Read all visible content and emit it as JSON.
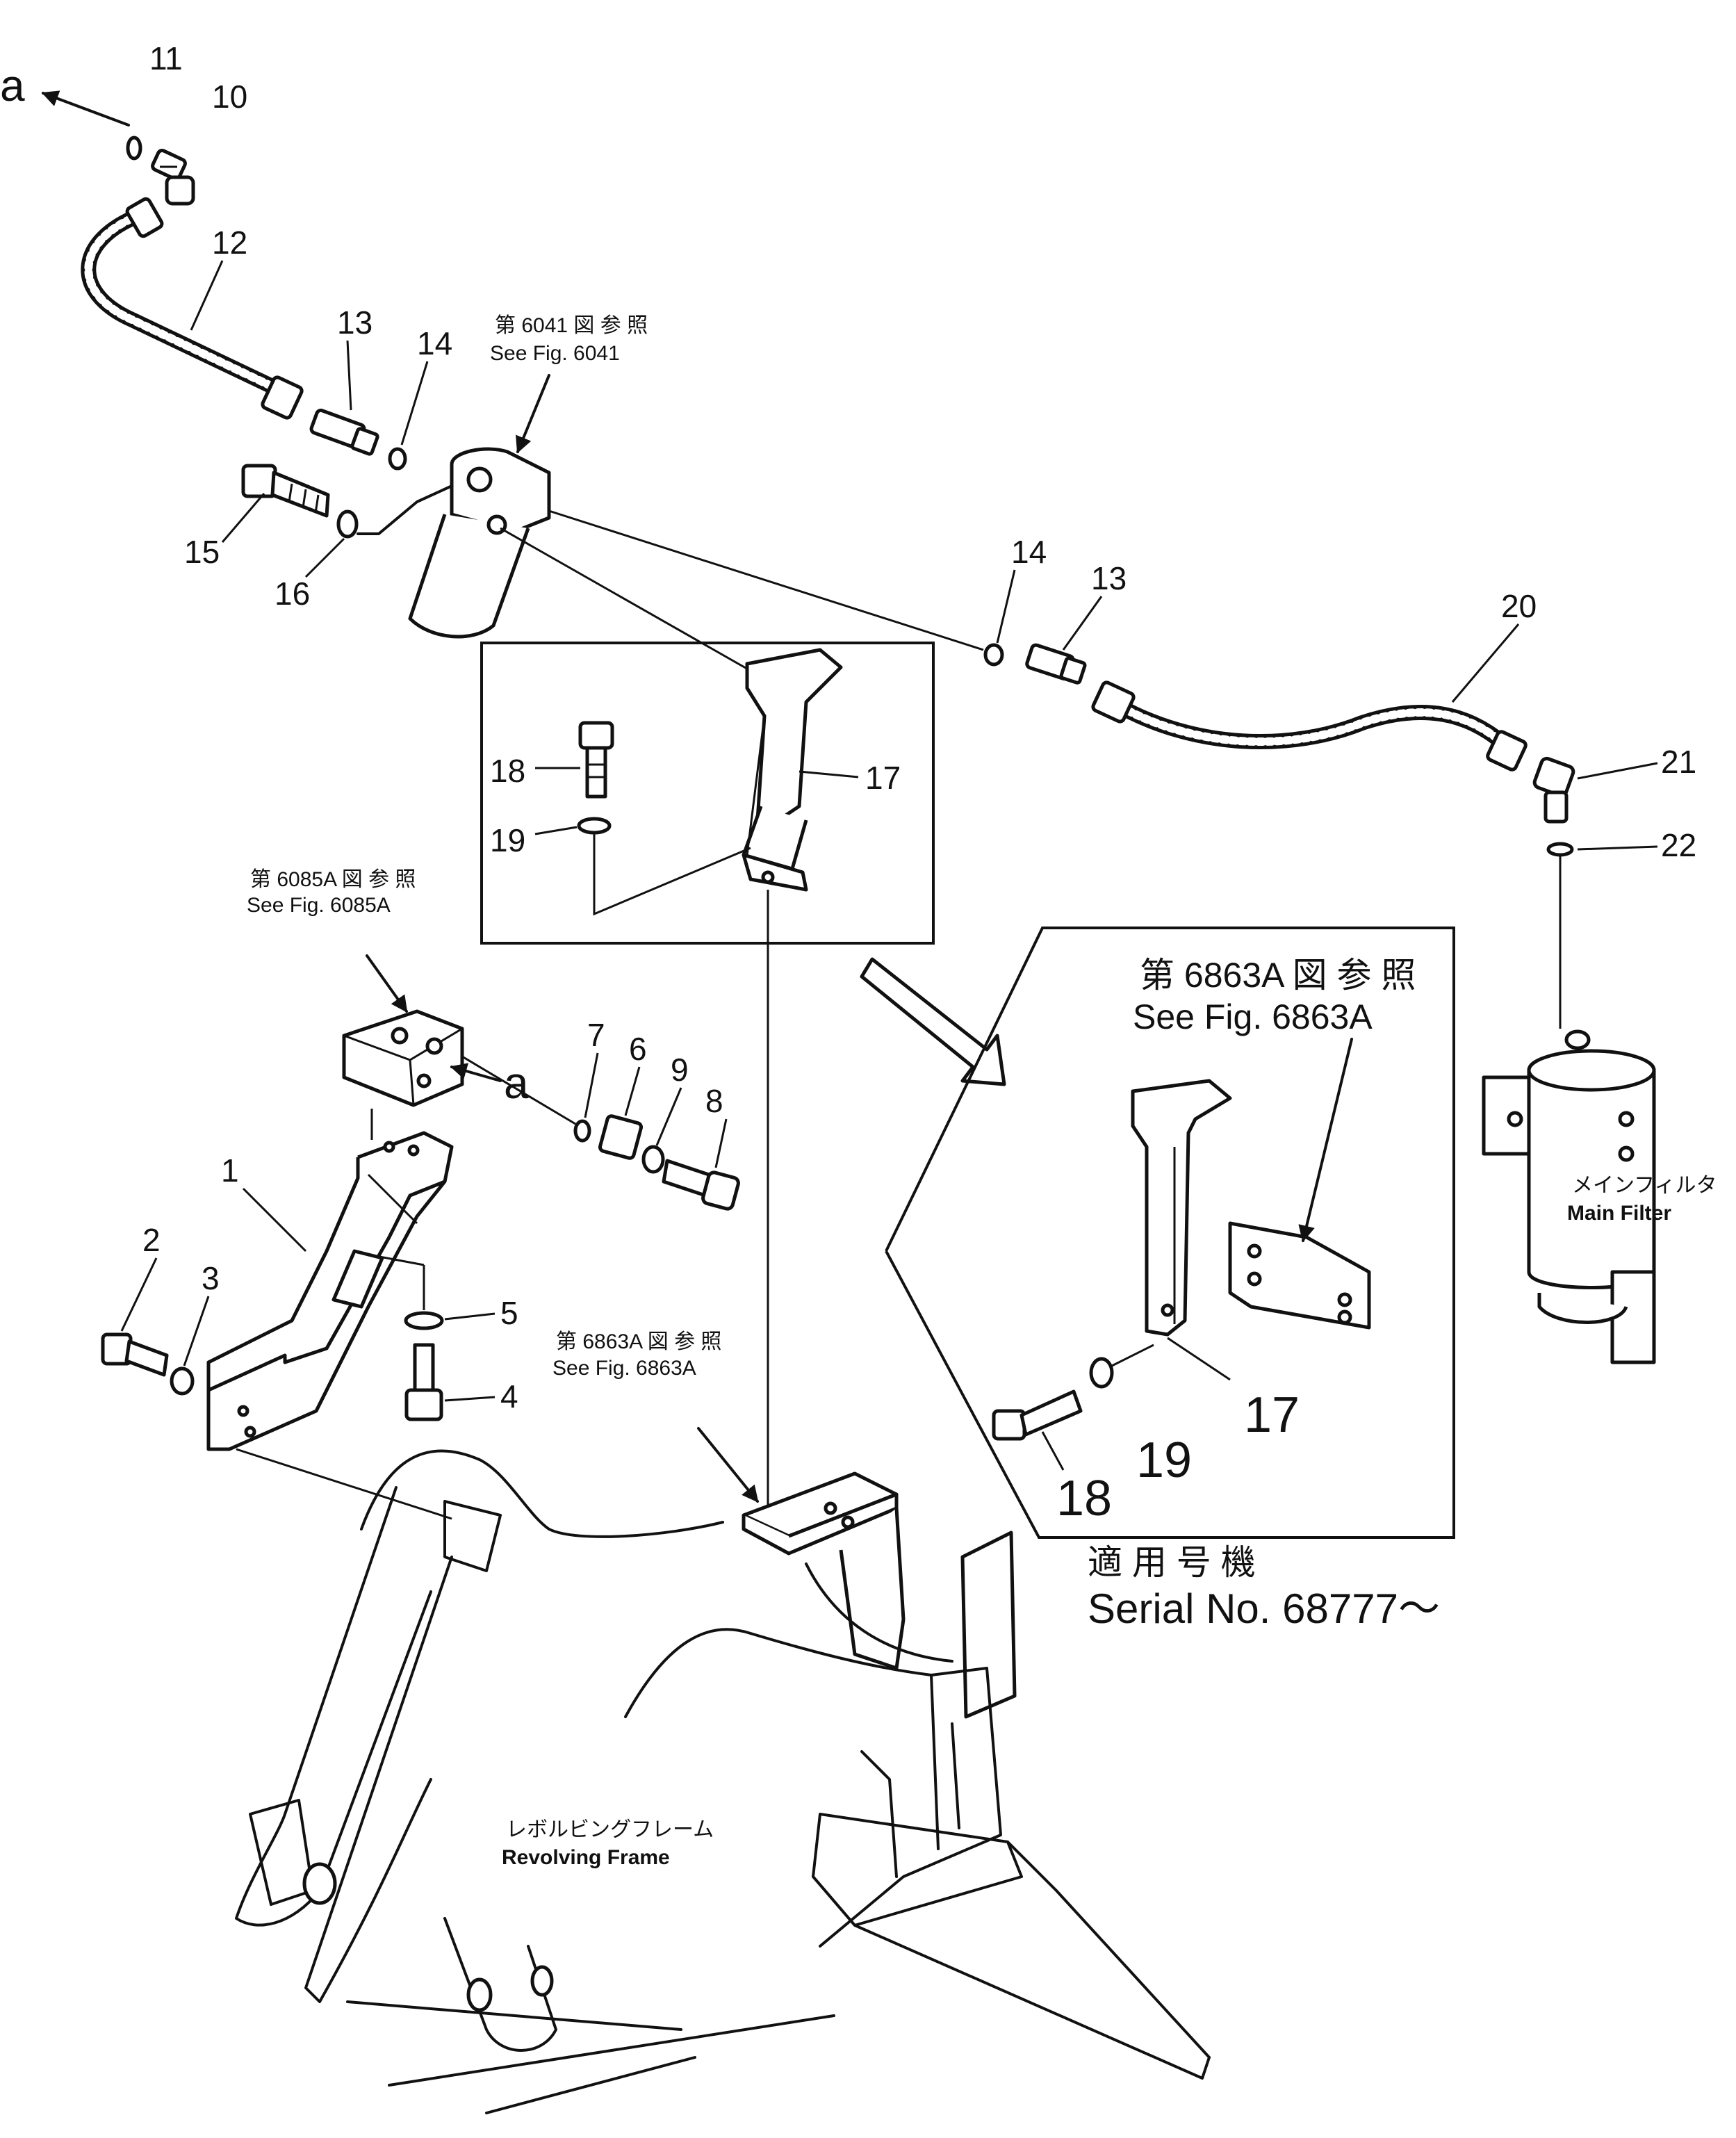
{
  "labels": {
    "l1": "1",
    "l2": "2",
    "l3": "3",
    "l4": "4",
    "l5": "5",
    "l6": "6",
    "l7": "7",
    "l8": "8",
    "l9": "9",
    "l10": "10",
    "l11": "11",
    "l12": "12",
    "l13a": "13",
    "l14a": "14",
    "l13b": "13",
    "l14b": "14",
    "l15": "15",
    "l16": "16",
    "l17a": "17",
    "l18a": "18",
    "l19a": "19",
    "l17b": "17",
    "l18b": "18",
    "l19b": "19",
    "l20": "20",
    "l21": "21",
    "l22": "22"
  },
  "letters": {
    "a_top": "a",
    "a_mid": "a"
  },
  "references": {
    "fig6041_jp": "第 6041 図 参 照",
    "fig6041_en": "See Fig. 6041",
    "fig6085a_jp": "第 6085A 図 参 照",
    "fig6085a_en": "See Fig. 6085A",
    "fig6863a_jp": "第 6863A 図 参 照",
    "fig6863a_en": "See Fig. 6863A",
    "fig6863a_big_jp": "第 6863A 図 参 照",
    "fig6863a_big_en": "See Fig. 6863A"
  },
  "serial": {
    "jp": "適 用 号 機",
    "en": "Serial No. 68777～"
  },
  "notes": {
    "main_filter_jp": "メインフィルタ",
    "main_filter_en": "Main  Filter",
    "frame_jp": "レボルビングフレーム",
    "frame_en": "Revolving  Frame"
  }
}
